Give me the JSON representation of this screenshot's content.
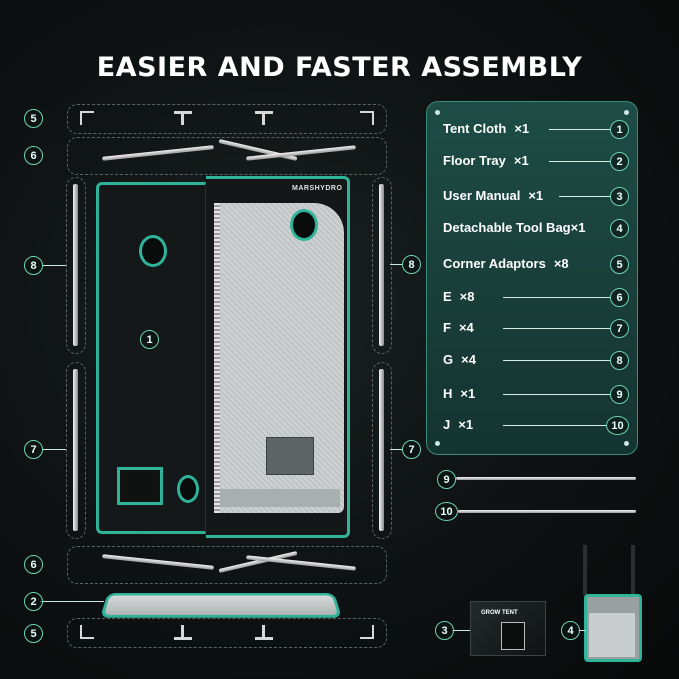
{
  "title": "EASIER AND FASTER ASSEMBLY",
  "brand": "MARSHYDRO",
  "box_label": "GROW TENT",
  "parts": [
    {
      "name": "Tent Cloth",
      "qty": "×1",
      "num": "1"
    },
    {
      "name": "Floor Tray",
      "qty": "×1",
      "num": "2"
    },
    {
      "name": "User Manual",
      "qty": "×1",
      "num": "3"
    },
    {
      "name": "Detachable Tool Bag",
      "qty": "×1",
      "num": "4"
    },
    {
      "name": "Corner Adaptors",
      "qty": "×8",
      "num": "5"
    },
    {
      "name": "E",
      "qty": "×8",
      "num": "6"
    },
    {
      "name": "F",
      "qty": "×4",
      "num": "7"
    },
    {
      "name": "G",
      "qty": "×4",
      "num": "8"
    },
    {
      "name": "H",
      "qty": "×1",
      "num": "9"
    },
    {
      "name": "J",
      "qty": "×1",
      "num": "10"
    }
  ],
  "callouts": {
    "n1": "1",
    "n2": "2",
    "n3": "3",
    "n4": "4",
    "n5": "5",
    "n6": "6",
    "n7": "7",
    "n8": "8",
    "n9": "9",
    "n10": "10"
  },
  "colors": {
    "accent": "#2fb39a",
    "panel": "#1c4a43",
    "background": "#0b0d0d"
  }
}
